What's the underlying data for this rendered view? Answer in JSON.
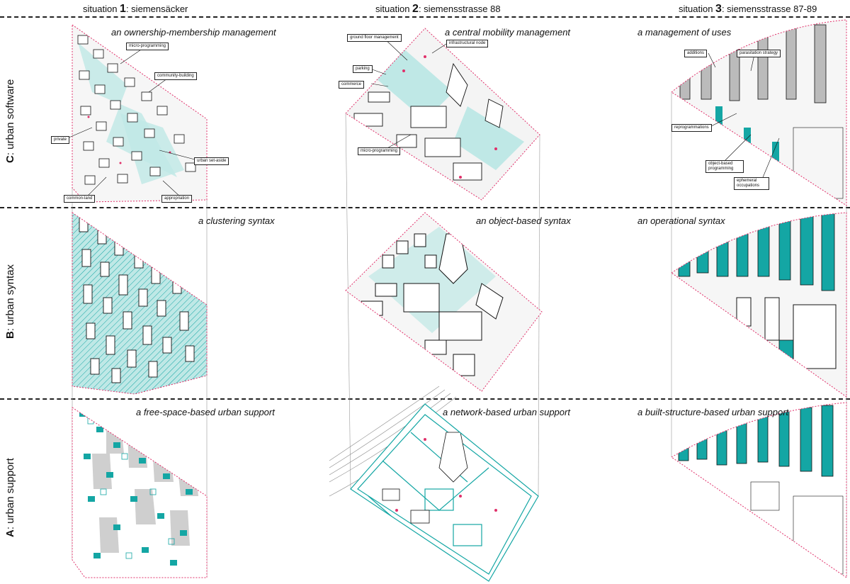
{
  "columns": [
    {
      "prefix": "situation ",
      "number": "1",
      "suffix": ": siemensäcker"
    },
    {
      "prefix": "situation ",
      "number": "2",
      "suffix": ": siemensstrasse 88"
    },
    {
      "prefix": "situation ",
      "number": "3",
      "suffix": ": siemensstrasse 87-89"
    }
  ],
  "rows": [
    {
      "letter": "C",
      "label": ": urban software",
      "captions": [
        "an ownership-membership management",
        "a central mobility management",
        "a management of uses"
      ]
    },
    {
      "letter": "B",
      "label": ": urban syntax",
      "captions": [
        "a clustering syntax",
        "an object-based syntax",
        "an operational syntax"
      ]
    },
    {
      "letter": "A",
      "label": ": urban support",
      "captions": [
        "a free-space-based urban support",
        "a network-based urban support",
        "a built-structure-based urban support"
      ]
    }
  ],
  "tags": {
    "s1": [
      "micro-programming",
      "community-building",
      "private",
      "urban set-aside",
      "common-land",
      "appropriation"
    ],
    "s2": [
      "ground floor management",
      "infrastructural node",
      "parking",
      "commerce",
      "micro-programming"
    ],
    "s3": [
      "parasitation strategy",
      "additions",
      "reprogrammations",
      "object-based programming",
      "ephemeral occupations"
    ]
  },
  "colors": {
    "teal": "#14a6a4",
    "light_teal": "#bfe8e6",
    "pink": "#e0306a",
    "gray": "#cfcfcf",
    "ink": "#111111"
  }
}
